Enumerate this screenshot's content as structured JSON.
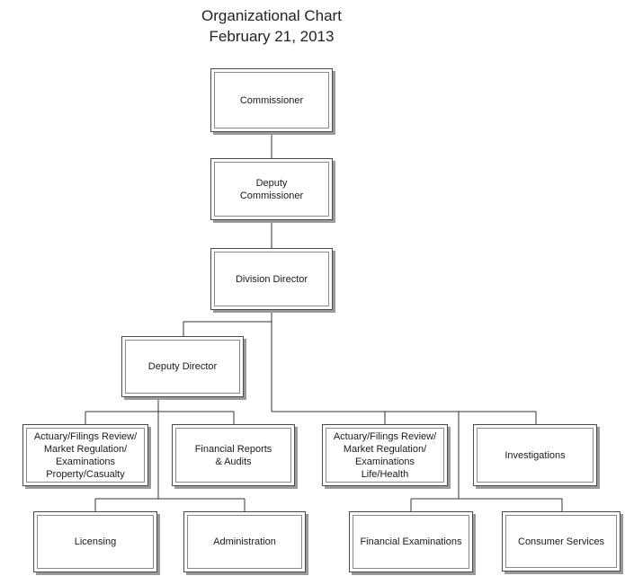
{
  "chart": {
    "title_line1": "Organizational Chart",
    "title_line2": "February 21, 2013"
  },
  "nodes": {
    "commissioner": "Commissioner",
    "deputy_commissioner": "Deputy\nCommissioner",
    "division_director": "Division Director",
    "deputy_director": "Deputy Director",
    "actuary_pc": "Actuary/Filings Review/\nMarket Regulation/\nExaminations\nProperty/Casualty",
    "financial_reports": "Financial Reports\n& Audits",
    "actuary_lh": "Actuary/Filings Review/\nMarket Regulation/\nExaminations\nLife/Health",
    "investigations": "Investigations",
    "licensing": "Licensing",
    "administration": "Administration",
    "financial_examinations": "Financial Examinations",
    "consumer_services": "Consumer Services"
  }
}
